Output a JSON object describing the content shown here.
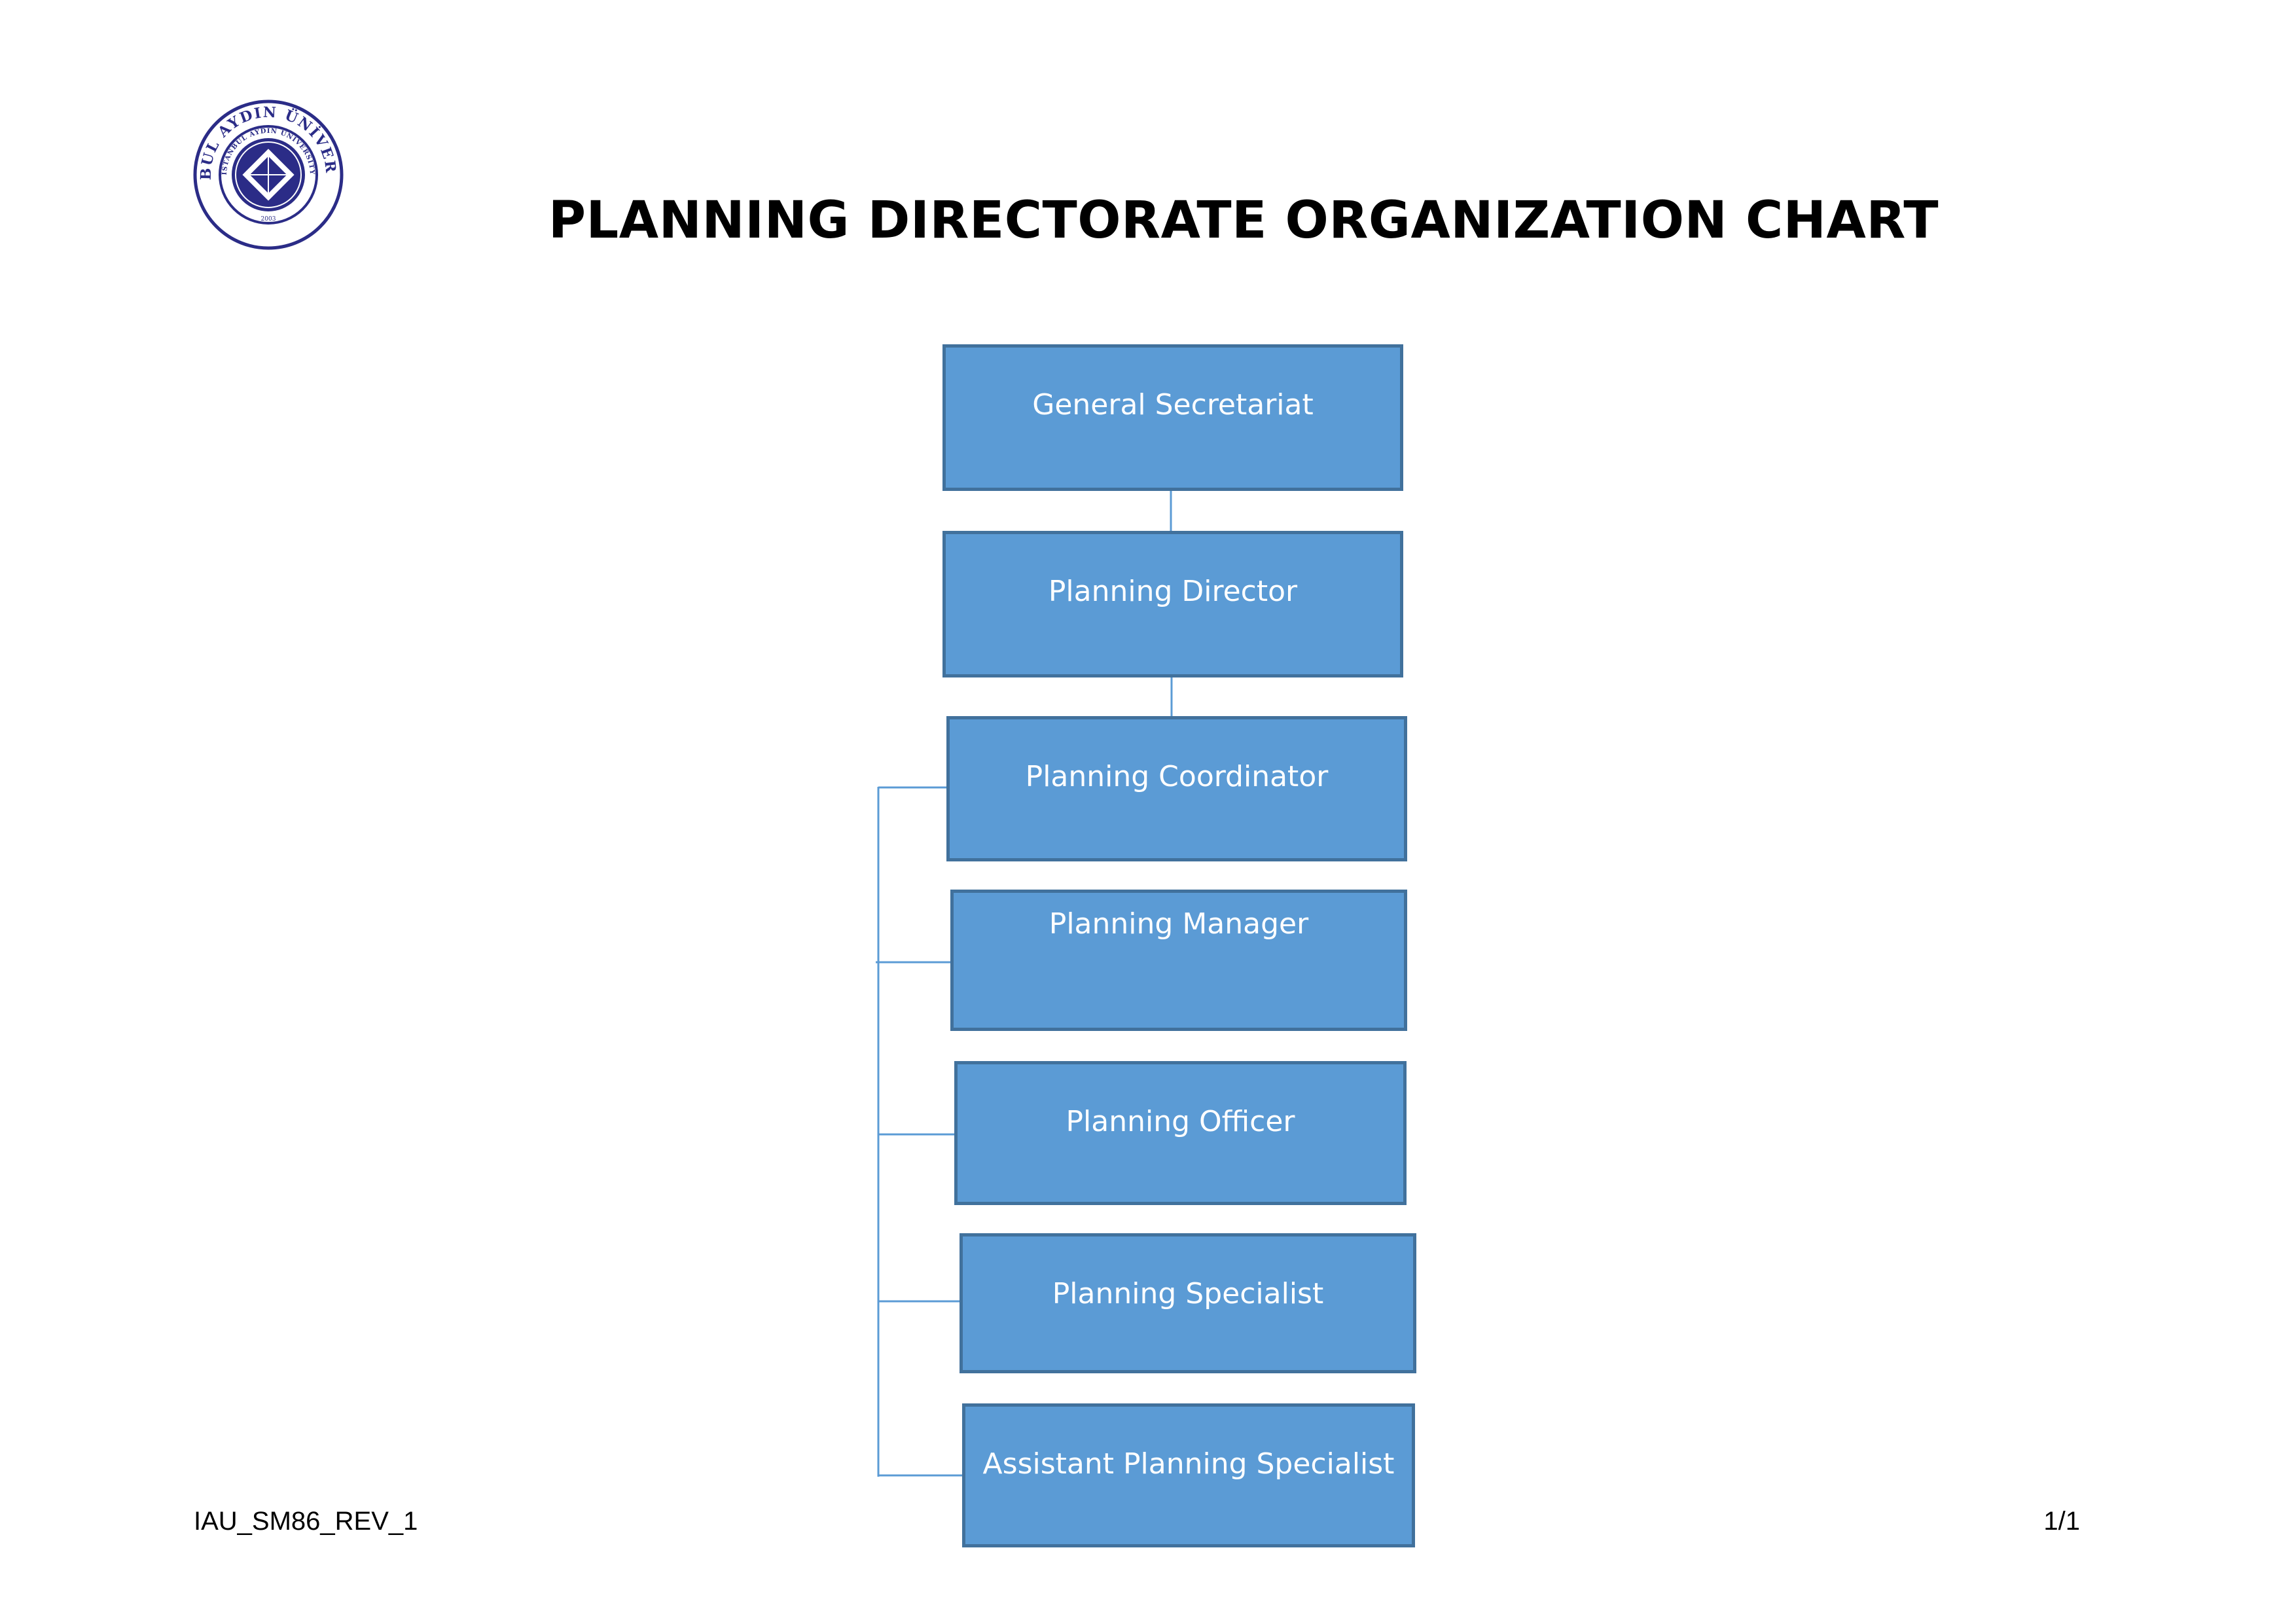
{
  "header": {
    "logo": {
      "outer_ring_text": "İSTANBUL AYDIN ÜNİVERSİTESİ",
      "inner_ring_text": "İSTANBUL AYDIN UNIVERSITY",
      "year": "2003",
      "color": "#2b2c87"
    },
    "title": "PLANNING DIRECTORATE ORGANIZATION CHART"
  },
  "org_chart": {
    "nodes": [
      {
        "id": "general-secretariat",
        "label": "General Secretariat"
      },
      {
        "id": "planning-director",
        "label": "Planning Director",
        "parent": "general-secretariat"
      },
      {
        "id": "planning-coordinator",
        "label": "Planning Coordinator",
        "parent": "planning-director"
      },
      {
        "id": "planning-manager",
        "label": "Planning Manager",
        "parent": "planning-coordinator"
      },
      {
        "id": "planning-officer",
        "label": "Planning Officer",
        "parent": "planning-coordinator"
      },
      {
        "id": "planning-specialist",
        "label": "Planning Specialist",
        "parent": "planning-coordinator"
      },
      {
        "id": "assistant-planning-specialist",
        "label": "Assistant Planning Specialist",
        "parent": "planning-coordinator"
      }
    ],
    "colors": {
      "box_fill": "#5b9bd5",
      "box_border": "#41719c",
      "connector": "#5b9bd5",
      "text": "#ffffff"
    }
  },
  "footer": {
    "document_code": "IAU_SM86_REV_1",
    "page_number": "1/1"
  }
}
